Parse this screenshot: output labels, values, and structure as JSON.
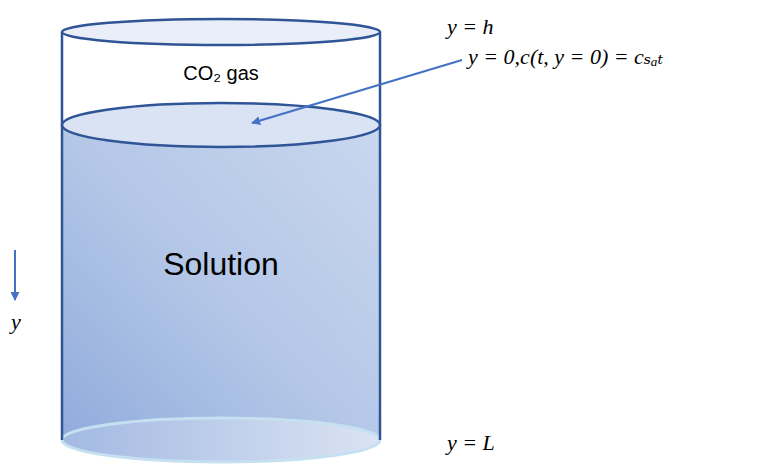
{
  "diagram": {
    "nodes": [
      {
        "text": [
          "CO₂ gas"
        ]
      },
      {
        "text": [
          "Solution"
        ]
      }
    ],
    "labels": [
      "y = h",
      "y = 0,c(t, y = 0) = cₛₐₜ",
      "y",
      "y = L"
    ]
  }
}
